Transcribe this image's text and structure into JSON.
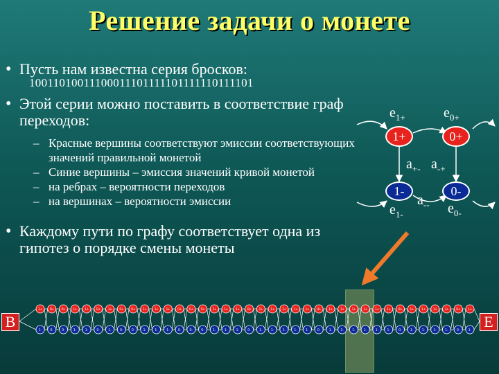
{
  "title": "Решение задачи о монете",
  "bullets": [
    {
      "text": "Пусть нам известна серия бросков:"
    },
    {
      "text": "Этой серии можно поставить в соответствие граф переходов:"
    },
    {
      "text": "Каждому пути по графу соответствует одна из гипотез о порядке смены монеты"
    }
  ],
  "sequence": "10011010011100011101111101111110111101",
  "sub_items": [
    "Красные вершины соответствуют эмиссии соответствующих значений правильной монетой",
    "Синие вершины – эмиссия значений кривой монетой",
    "на ребрах – вероятности переходов",
    "на вершинах – вероятности эмиссии"
  ],
  "graph": {
    "e1plus": "e1+",
    "e0plus": "e0+",
    "node_1plus": "1+",
    "node_0plus": "0+",
    "a_plus_minus": "a+-",
    "a_minus_plus": "a-+",
    "node_1minus": "1-",
    "node_0minus": "0-",
    "a_minus_minus": "a--",
    "e1minus": "e1-",
    "e0minus": "e0-"
  },
  "chain": {
    "start_label": "B",
    "end_label": "E",
    "top_nodes": [
      "1+",
      "0+",
      "0+",
      "1+",
      "1+",
      "0+",
      "1+",
      "0+",
      "0+",
      "1+",
      "1+",
      "1+",
      "0+",
      "0+",
      "0+",
      "1+",
      "1+",
      "1+",
      "0+",
      "1+",
      "1+",
      "1+",
      "1+",
      "1+",
      "0+",
      "1+",
      "1+",
      "1+",
      "1+",
      "1+",
      "1+",
      "0+",
      "1+",
      "1+",
      "1+",
      "1+",
      "0+",
      "1+"
    ],
    "bottom_nodes": [
      "1-",
      "0-",
      "0-",
      "1-",
      "1-",
      "0-",
      "1-",
      "0-",
      "0-",
      "1-",
      "1-",
      "1-",
      "0-",
      "0-",
      "0-",
      "1-",
      "1-",
      "1-",
      "0-",
      "1-",
      "1-",
      "1-",
      "1-",
      "1-",
      "0-",
      "1-",
      "1-",
      "1-",
      "1-",
      "1-",
      "1-",
      "0-",
      "1-",
      "1-",
      "1-",
      "1-",
      "0-",
      "1-"
    ]
  },
  "colors": {
    "title": "#ffff66",
    "red_node": "#e8231d",
    "blue_node": "#0a2a96",
    "arrow": "#f07a2a",
    "highlight_box": "#5d7c52"
  }
}
